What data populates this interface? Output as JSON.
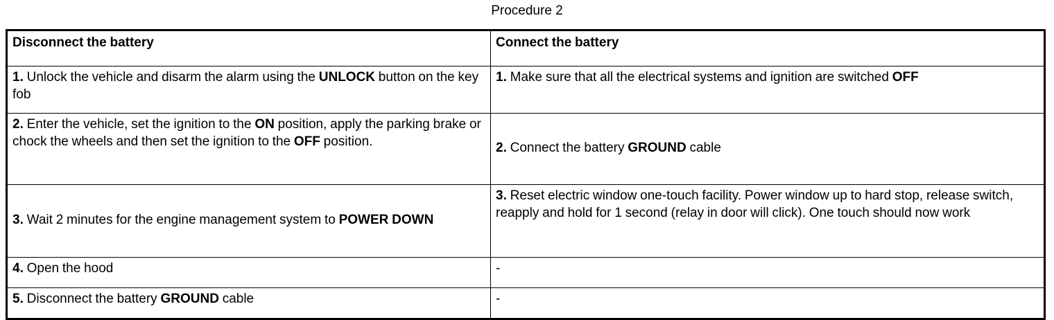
{
  "document": {
    "title": "Procedure 2"
  },
  "table": {
    "columns": [
      {
        "header": "Disconnect the battery"
      },
      {
        "header": "Connect the battery"
      }
    ],
    "rows": [
      {
        "left": {
          "number": "1.",
          "parts": [
            {
              "text": " Unlock the vehicle and disarm the alarm using the ",
              "bold": false
            },
            {
              "text": "UNLOCK",
              "bold": true
            },
            {
              "text": " button on the key fob",
              "bold": false
            }
          ]
        },
        "right": {
          "number": "1.",
          "parts": [
            {
              "text": " Make sure that all the electrical systems and ignition are switched ",
              "bold": false
            },
            {
              "text": "OFF",
              "bold": true
            }
          ]
        }
      },
      {
        "left": {
          "number": "2.",
          "parts": [
            {
              "text": " Enter the vehicle, set the ignition to the ",
              "bold": false
            },
            {
              "text": "ON",
              "bold": true
            },
            {
              "text": " position, apply the parking brake or chock the wheels and then set the ignition to the ",
              "bold": false
            },
            {
              "text": "OFF",
              "bold": true
            },
            {
              "text": " position.",
              "bold": false
            }
          ]
        },
        "right": {
          "number": "2.",
          "parts": [
            {
              "text": " Connect the battery ",
              "bold": false
            },
            {
              "text": "GROUND",
              "bold": true
            },
            {
              "text": " cable",
              "bold": false
            }
          ],
          "valign": "middle"
        }
      },
      {
        "left": {
          "number": "3.",
          "parts": [
            {
              "text": " Wait 2 minutes for the engine management system to ",
              "bold": false
            },
            {
              "text": "POWER DOWN",
              "bold": true
            }
          ],
          "valign": "middle"
        },
        "right": {
          "number": "3.",
          "parts": [
            {
              "text": " Reset electric window one-touch facility. Power window up to hard stop, release switch, reapply and hold for 1 second (relay in door will click). One touch should now work",
              "bold": false
            }
          ]
        }
      },
      {
        "left": {
          "number": "4.",
          "parts": [
            {
              "text": " Open the hood",
              "bold": false
            }
          ]
        },
        "right": {
          "number": "",
          "parts": [
            {
              "text": "-",
              "bold": false
            }
          ]
        }
      },
      {
        "left": {
          "number": "5.",
          "parts": [
            {
              "text": " Disconnect the battery ",
              "bold": false
            },
            {
              "text": "GROUND",
              "bold": true
            },
            {
              "text": " cable",
              "bold": false
            }
          ]
        },
        "right": {
          "number": "",
          "parts": [
            {
              "text": "-",
              "bold": false
            }
          ]
        }
      }
    ]
  },
  "colors": {
    "text": "#000000",
    "background": "#ffffff",
    "border": "#000000"
  }
}
